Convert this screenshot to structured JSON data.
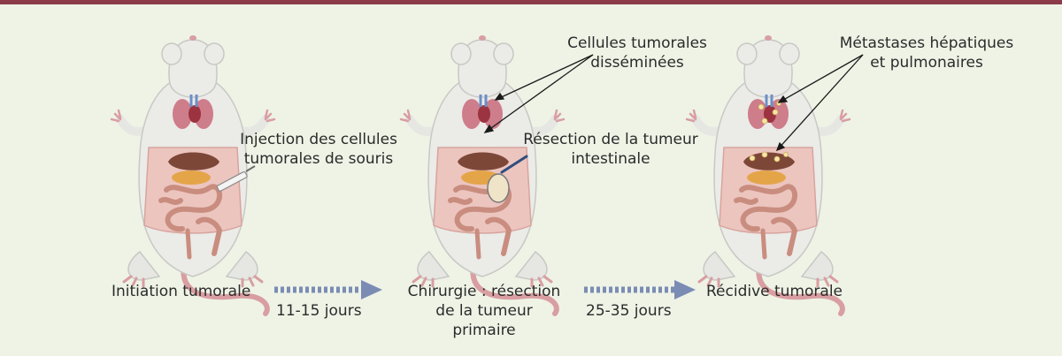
{
  "annotations": {
    "injection": [
      "Injection des cellules",
      "tumorales de souris"
    ],
    "disseminated": [
      "Cellules tumorales",
      "disséminées"
    ],
    "resection": [
      "Résection de la tumeur",
      "intestinale"
    ],
    "metastases": [
      "Métastases hépatiques",
      "et pulmonaires"
    ]
  },
  "timeline": {
    "stage1": "Initiation tumorale",
    "interval1": "11-15 jours",
    "stage2": [
      "Chirurgie : résection",
      "de la tumeur",
      "primaire"
    ],
    "interval2": "25-35 jours",
    "stage3": "Récidive tumorale"
  },
  "colors": {
    "background": "#eef3e6",
    "topbar": "#8b3a48",
    "arrow": "#7b8cb4",
    "text": "#2b2b2b"
  }
}
